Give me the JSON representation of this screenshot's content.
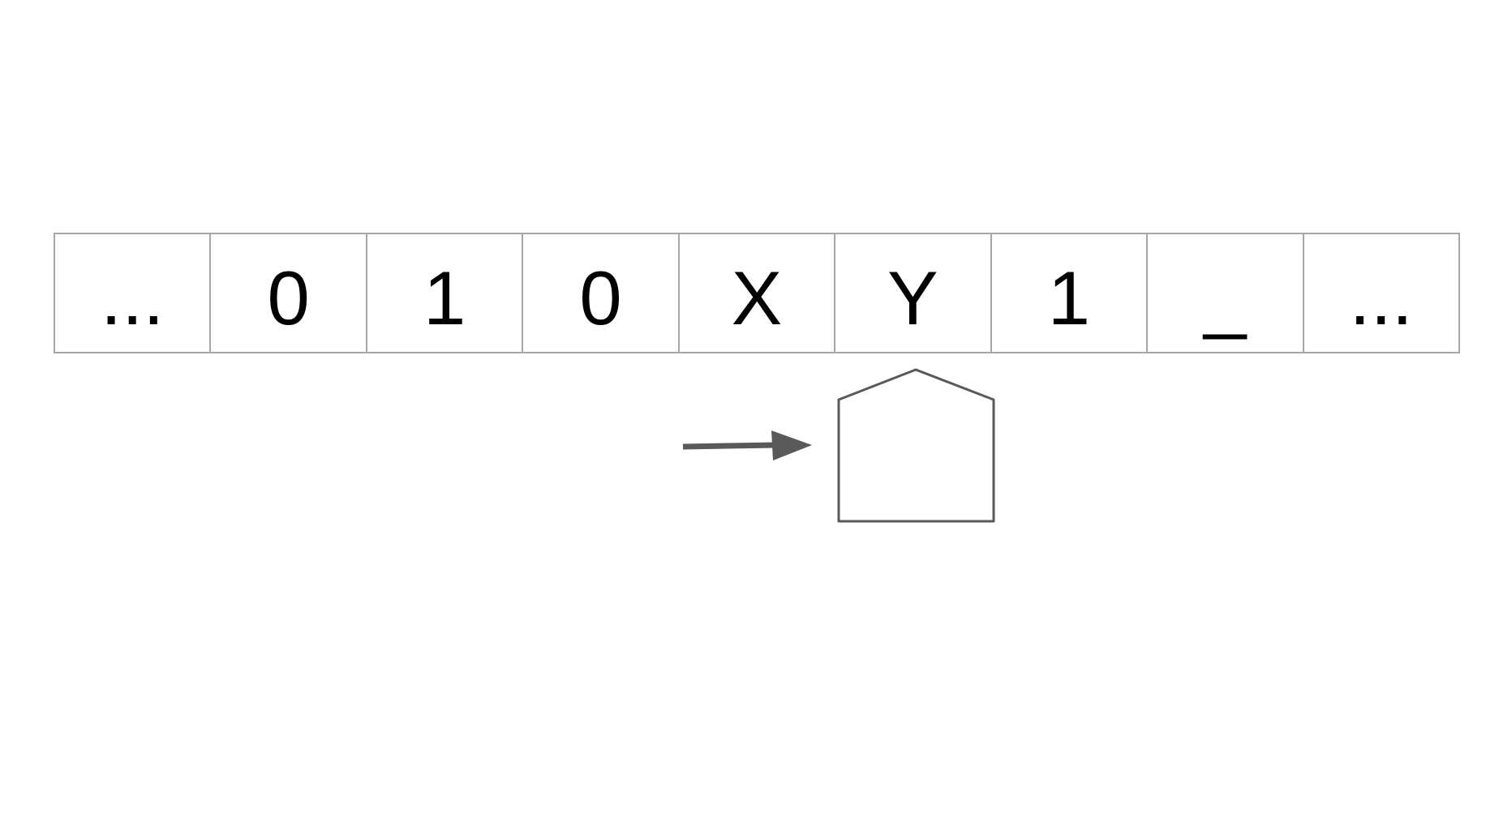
{
  "tape": {
    "cells": [
      "...",
      "0",
      "1",
      "0",
      "X",
      "Y",
      "1",
      "_",
      "..."
    ],
    "head_position_index": 5
  },
  "colors": {
    "cell_border": "#a6a6a6",
    "text": "#000000",
    "head_stroke": "#595959",
    "arrow_fill": "#595959"
  },
  "icons": {
    "head": "house-shaped-tape-head",
    "pointer": "right-arrow"
  }
}
